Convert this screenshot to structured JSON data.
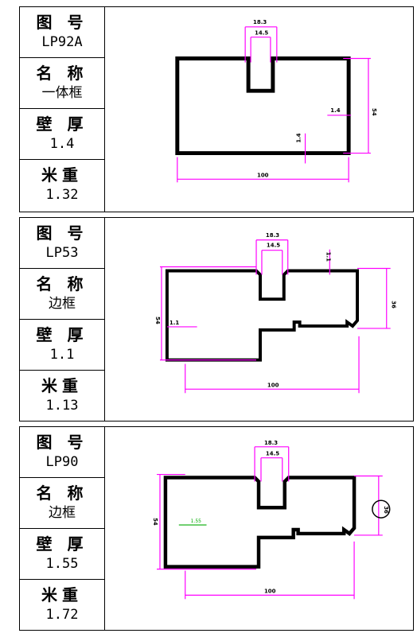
{
  "labels": {
    "model": "图 号",
    "name": "名 称",
    "wall": "壁 厚",
    "weight": "米重"
  },
  "profiles": [
    {
      "model": "LP92A",
      "name": "一体框",
      "wall": "1.4",
      "weight": "1.32",
      "dims": {
        "slot_outer": "18.3",
        "slot_inner": "14.5",
        "height": "54",
        "width": "100",
        "wall_a": "1.4",
        "wall_b": "1.4"
      }
    },
    {
      "model": "LP53",
      "name": "边框",
      "wall": "1.1",
      "weight": "1.13",
      "dims": {
        "slot_outer": "18.3",
        "slot_inner": "14.5",
        "wall_top": "1.1",
        "wall_left": "1.1",
        "height_left": "54",
        "height_right": "36",
        "width": "100"
      }
    },
    {
      "model": "LP90",
      "name": "边框",
      "wall": "1.55",
      "weight": "1.72",
      "dims": {
        "slot_outer": "18.3",
        "slot_inner": "14.5",
        "wall_left": "1.55",
        "height_left": "54",
        "height_right": "36",
        "width": "100"
      }
    }
  ],
  "colors": {
    "dimension": "#ff00ff",
    "outline": "#000000",
    "annotation": "#00aa00"
  }
}
